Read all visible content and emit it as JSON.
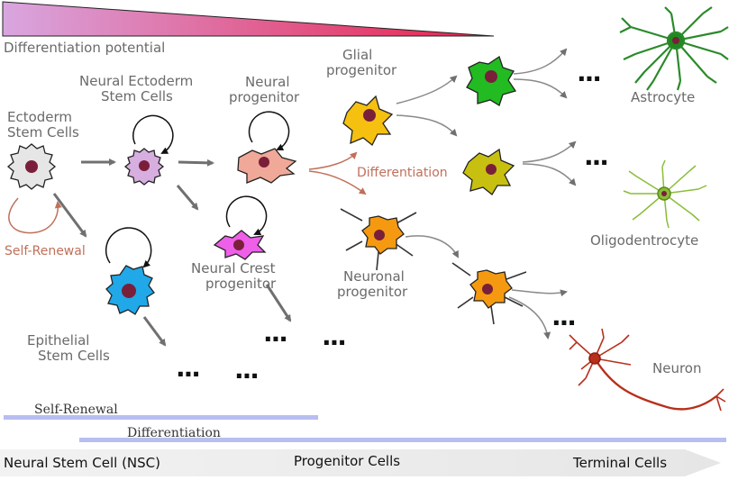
{
  "gradient": {
    "label": "Differentiation potential",
    "color_start": "#d9a6e0",
    "color_end": "#e8204a"
  },
  "cells": {
    "ectoderm": "Ectoderm\nStem Cells",
    "neural_ectoderm": "Neural Ectoderm\nStem Cells",
    "neural_progenitor": "Neural\nprogenitor",
    "glial_progenitor": "Glial\nprogenitor",
    "neural_crest": "Neural Crest\nprogenitor",
    "neuronal_progenitor": "Neuronal\nprogenitor",
    "epithelial": "Epithelial\nStem Cells",
    "astrocyte": "Astrocyte",
    "oligodendrocyte": "Oligodentrocyte",
    "neuron": "Neuron"
  },
  "annotations": {
    "self_renewal": "Self-Renewal",
    "differentiation": "Differentiation",
    "ellipsis": "..."
  },
  "bars": {
    "self_renewal": "Self-Renewal",
    "differentiation": "Differentiation",
    "bar_color": "#b8bef0"
  },
  "axis": {
    "nsc": "Neural Stem Cell (NSC)",
    "progenitor": "Progenitor Cells",
    "terminal": "Terminal Cells"
  },
  "colors": {
    "ectoderm": "#e6e6e6",
    "neural_ectoderm": "#d7aee0",
    "neural_progenitor": "#f0a898",
    "neural_crest": "#ee60e8",
    "epithelial": "#20a8e8",
    "glial": "#f5c010",
    "neuronal": "#f59a10",
    "green": "#22bb22",
    "olive": "#c8c010",
    "nucleus": "#7a1f3a"
  }
}
